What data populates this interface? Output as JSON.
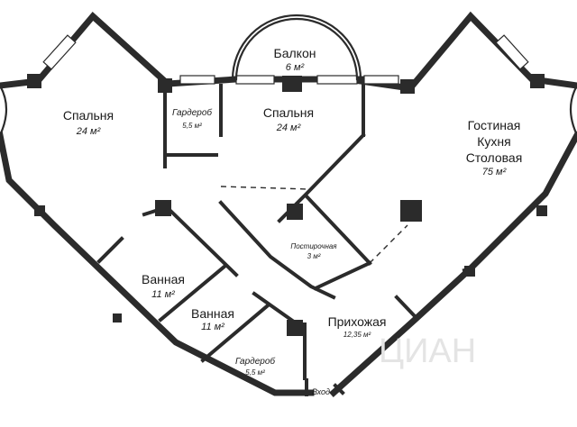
{
  "rooms": {
    "balcony": {
      "name": "Балкон",
      "area": "6 м²"
    },
    "bedroom_left": {
      "name": "Спальня",
      "area": "24 м²"
    },
    "wardrobe_top": {
      "name": "Гардероб",
      "area": "5,5 м²"
    },
    "bedroom_center": {
      "name": "Спальня",
      "area": "24 м²"
    },
    "living": {
      "line1": "Гостиная",
      "line2": "Кухня",
      "line3": "Столовая",
      "area": "75 м²"
    },
    "laundry": {
      "name": "Постирочная",
      "area": "3 м²"
    },
    "bath_1": {
      "name": "Ванная",
      "area": "11 м²"
    },
    "bath_2": {
      "name": "Ванная",
      "area": "11 м²"
    },
    "hallway": {
      "name": "Прихожая",
      "area": "12,35 м²"
    },
    "wardrobe_bottom": {
      "name": "Гардероб",
      "area": "5,5 м²"
    },
    "entrance": {
      "name": "Вход"
    }
  },
  "watermark": {
    "text": "ЦИАН"
  }
}
